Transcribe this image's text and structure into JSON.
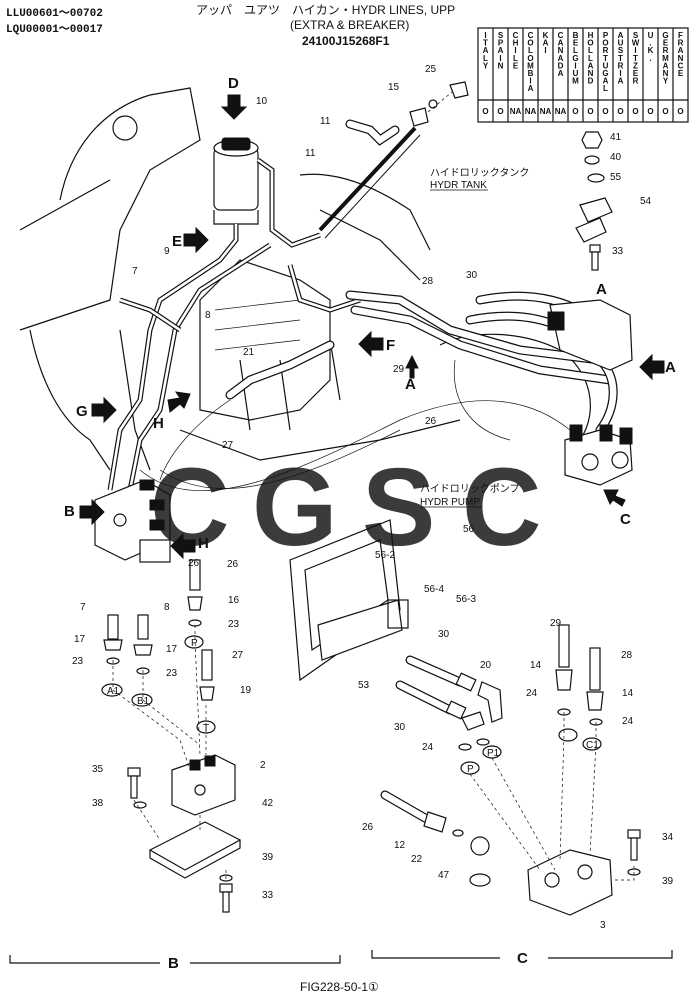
{
  "header": {
    "serial_1": "LLU00601～00702",
    "serial_2": "LQU00001～00017",
    "title_line1": "アッパ　ユアツ　ハイカン・HYDR LINES, UPP",
    "title_line2": "(EXTRA & BREAKER)",
    "part_number": "24100J15268F1"
  },
  "country_table": {
    "countries": [
      "ITALY",
      "SPAIN",
      "CHILE",
      "COLOMBIA",
      "KAI",
      "CANADA",
      "BELGIUM",
      "HOLLAND",
      "PORTUGAL",
      "AUSTRIA",
      "SWITZER",
      "U.K.",
      "GERMANY",
      "FRANCE"
    ],
    "marks": [
      "O",
      "O",
      "NA",
      "NA",
      "NA",
      "NA",
      "O",
      "O",
      "O",
      "O",
      "O",
      "O",
      "O",
      "O"
    ]
  },
  "annotations": {
    "hydr_tank_jp": "ハイドロリックタンク",
    "hydr_tank_en": "HYDR TANK",
    "hydr_pump_jp": "ハイドロリックポンプ",
    "hydr_pump_en": "HYDR PUMP"
  },
  "view_letters": {
    "A": "A",
    "B": "B",
    "C": "C",
    "D": "D",
    "E": "E",
    "F": "F",
    "G": "G",
    "H": "H"
  },
  "port_labels": {
    "A1": "A1",
    "B1": "B1",
    "P": "P",
    "T": "T",
    "P1": "P1",
    "C1": "C1"
  },
  "callouts": {
    "n2": "2",
    "n3": "3",
    "n7": "7",
    "n8": "8",
    "n9": "9",
    "n10": "10",
    "n11": "11",
    "n12": "12",
    "n14": "14",
    "n15": "15",
    "n16": "16",
    "n17": "17",
    "n19": "19",
    "n20": "20",
    "n21": "21",
    "n22": "22",
    "n23": "23",
    "n24": "24",
    "n25": "25",
    "n26": "26",
    "n27": "27",
    "n28": "28",
    "n29": "29",
    "n30": "30",
    "n33": "33",
    "n34": "34",
    "n35": "35",
    "n38": "38",
    "n39": "39",
    "n40": "40",
    "n41": "41",
    "n42": "42",
    "n47": "47",
    "n53": "53",
    "n54": "54",
    "n55": "55",
    "n56": "56",
    "n56_2": "56-2",
    "n56_3": "56-3",
    "n56_4": "56-4"
  },
  "watermark": {
    "letters": [
      "C",
      "G",
      "S",
      "C"
    ],
    "colors": [
      "#5b8fe0",
      "#e8625a",
      "#f1cf4e",
      "#3cb878"
    ]
  },
  "footer": {
    "figure": "FIG228-50-1①"
  }
}
